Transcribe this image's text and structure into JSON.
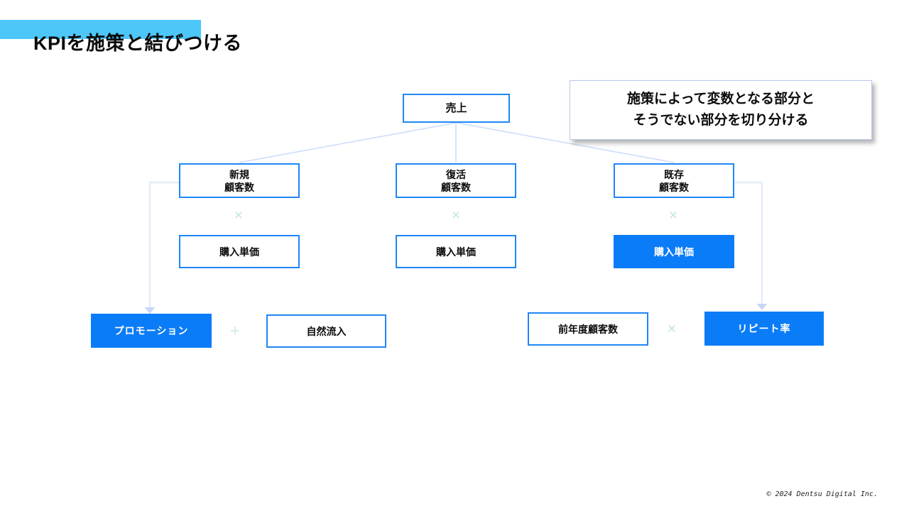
{
  "title": "KPIを施策と結びつける",
  "note": {
    "line1": "施策によって変数となる部分と",
    "line2": "そうでない部分を切り分ける"
  },
  "nodes": {
    "sales": "売上",
    "new_customers": {
      "line1": "新規",
      "line2": "顧客数"
    },
    "returning_customers": {
      "line1": "復活",
      "line2": "顧客数"
    },
    "existing_customers": {
      "line1": "既存",
      "line2": "顧客数"
    },
    "unit_price_new": "購入単価",
    "unit_price_returning": "購入単価",
    "unit_price_existing": "購入単価",
    "promotion": "プロモーション",
    "organic_inflow": "自然流入",
    "previous_year_customers": "前年度顧客数",
    "repeat_rate": "リピート率"
  },
  "operators": {
    "multiply_new": "×",
    "multiply_returning": "×",
    "multiply_existing": "×",
    "plus_bottom": "+",
    "multiply_bottom": "×"
  },
  "colors": {
    "accent_bar": "#4DC7FA",
    "box_border_blue": "#1E87F7",
    "box_fill_blue": "#0A7CF7",
    "connector_line": "#C9DBFA",
    "elbow_line": "#E4ECFB",
    "arrowhead": "#C9D7F6",
    "operator_multiply": "#C2E6DC",
    "operator_plus": "#CFEEDD"
  },
  "footer": {
    "copyright": "© 2024 Dentsu Digital Inc."
  }
}
